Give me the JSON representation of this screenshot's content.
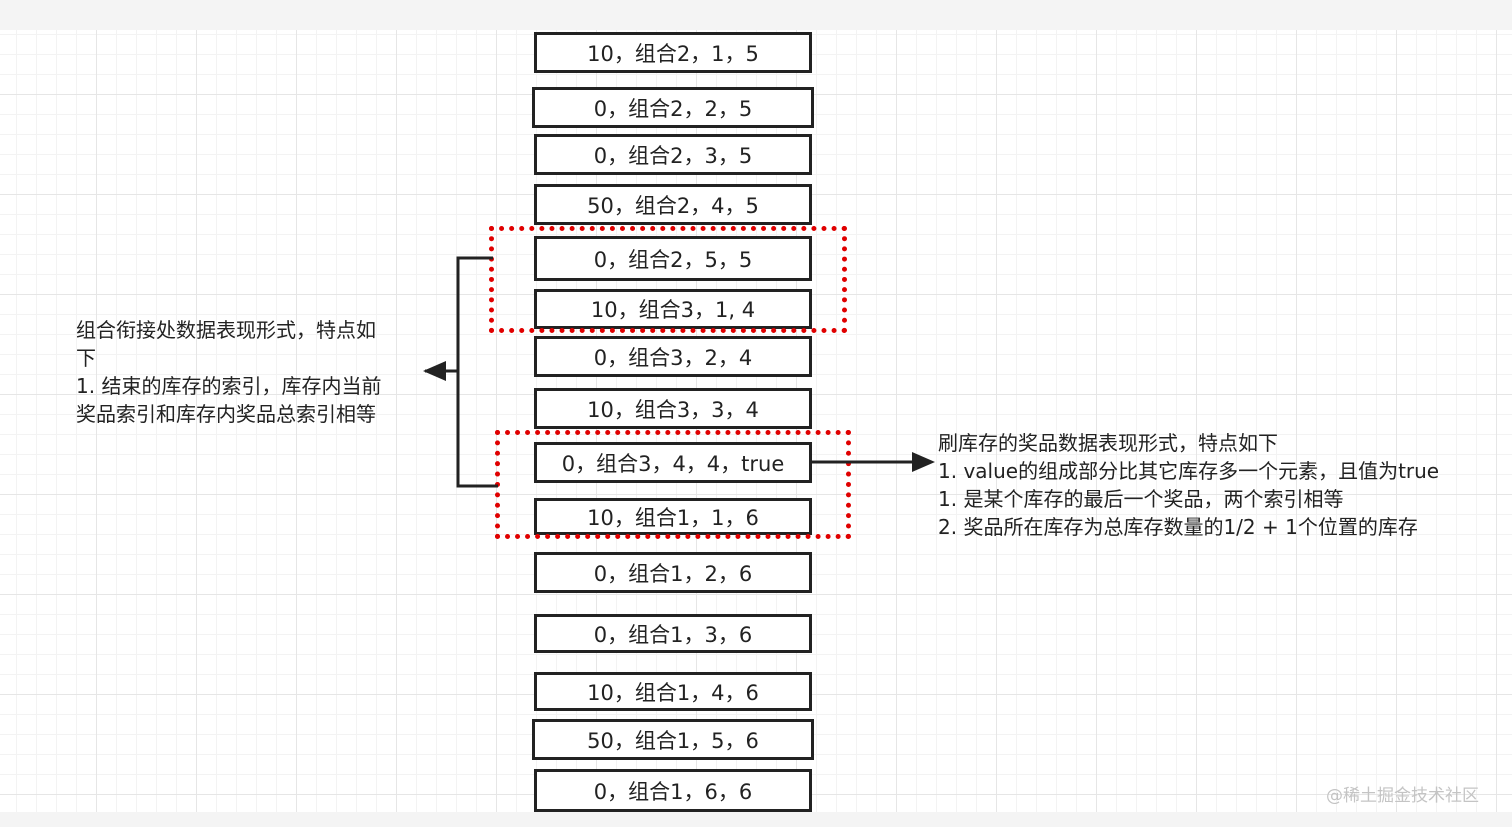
{
  "boxes": [
    "10，组合2，1，5",
    "0，组合2，2，5",
    "0，组合2，3，5",
    "50，组合2，4，5",
    "0，组合2，5，5",
    "10，组合3，1, 4",
    "0，组合3，2，4",
    "10，组合3，3，4",
    "0，组合3，4，4，true",
    "10，组合1，1，6",
    "0，组合1，2，6",
    "0，组合1，3，6",
    "10，组合1，4，6",
    "50，组合1，5，6",
    "0，组合1，6，6"
  ],
  "left_note": {
    "lines": [
      "组合衔接处数据表现形式，特点如",
      "下",
      "1. 结束的库存的索引，库存内当前",
      "奖品索引和库存内奖品总索引相等"
    ]
  },
  "right_note": {
    "lines": [
      "刷库存的奖品数据表现形式，特点如下",
      "1. value的组成部分比其它库存多一个元素，且值为true",
      "1. 是某个库存的最后一个奖品，两个索引相等",
      "2. 奖品所在库存为总库存数量的1/2 + 1个位置的库存"
    ]
  },
  "watermark": "@稀土掘金技术社区",
  "colors": {
    "highlight": "#e00000",
    "stroke": "#222222"
  }
}
